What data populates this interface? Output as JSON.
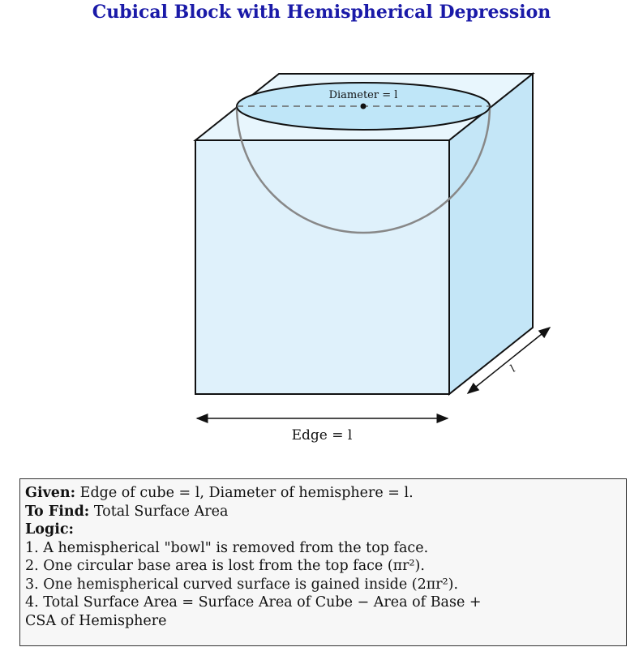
{
  "title": "Cubical Block with Hemispherical Depression",
  "labels": {
    "diameter": "Diameter = l",
    "edge": "Edge = l",
    "depth": "l"
  },
  "colors": {
    "title": "#1a1aa8",
    "front_face": "#dff1fb",
    "side_face": "#c4e6f7",
    "top_face": "#e8f6fd",
    "opening": "#bfe6f8"
  },
  "info": {
    "given_label": "Given:",
    "given_text": "Edge of cube = l, Diameter of hemisphere = l.",
    "find_label": "To Find:",
    "find_text": "Total Surface Area",
    "logic_label": "Logic:",
    "steps": [
      "1. A hemispherical \"bowl\" is removed from the top face.",
      "2. One circular base area is lost from the top face (πr²).",
      "3. One hemispherical curved surface is gained inside (2πr²).",
      "4. Total Surface Area = Surface Area of Cube − Area of Base +",
      "CSA of Hemisphere"
    ]
  }
}
